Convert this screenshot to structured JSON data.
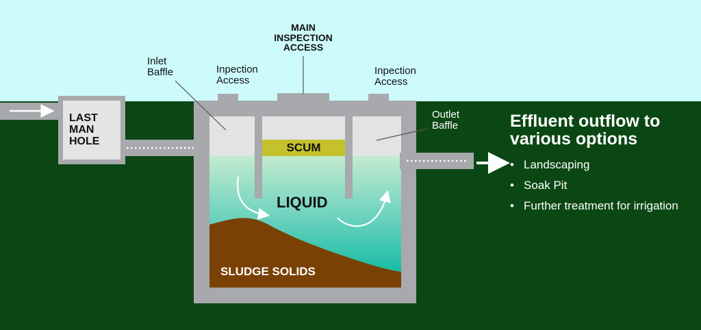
{
  "labels": {
    "last_man_hole": [
      "LAST",
      "MAN",
      "HOLE"
    ],
    "main_inspection": [
      "MAIN",
      "INSPECTION",
      "ACCESS"
    ],
    "inlet_baffle": [
      "Inlet",
      "Baffle"
    ],
    "inspection_left": [
      "Inpection",
      "Access"
    ],
    "inspection_right": [
      "Inpection",
      "Access"
    ],
    "outlet_baffle": [
      "Outlet",
      "Baffle"
    ],
    "scum": "SCUM",
    "liquid": "LIQUID",
    "sludge": "SLUDGE SOLIDS",
    "effluent_title": [
      "Effluent outflow to",
      "various options"
    ],
    "options": [
      "Landscaping",
      "Soak Pit",
      "Further treatment for irrigation"
    ]
  },
  "colors": {
    "sky": "#cdfafb",
    "ground": "#0b4714",
    "tank_wall": "#a7a9ac",
    "scum": "#c5c12c",
    "liquid_top": "#bfe7cc",
    "liquid_bottom": "#00b8a0",
    "sludge": "#7a4105"
  }
}
